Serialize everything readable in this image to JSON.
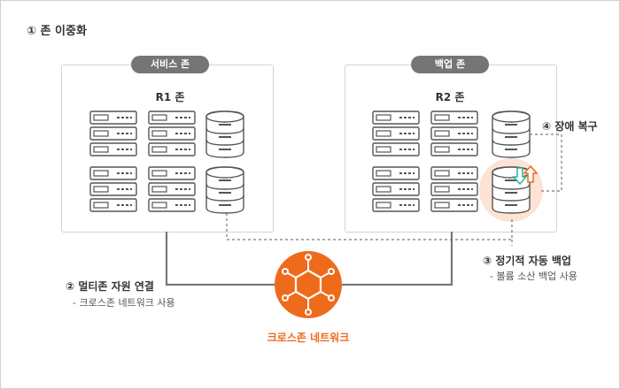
{
  "title": "① 존 이중화",
  "zones": {
    "service": {
      "pill": "서비스 존",
      "label": "R1 존"
    },
    "backup": {
      "pill": "백업 존",
      "label": "R2 존"
    }
  },
  "annotations": {
    "fault_recovery": "④ 장애 복구",
    "scheduled_backup": {
      "title": "③ 정기적 자동 백업",
      "sub": "- 볼륨 소산 백업 사용"
    },
    "multizone": {
      "title": "② 멀티존 자원 연결",
      "sub": "- 크로스존 네트워크 사용"
    }
  },
  "network": {
    "label": "크로스존 네트워크"
  },
  "colors": {
    "accent": "#ee6b1c",
    "highlight": "#fde3d3",
    "arrow_down": "#2bb39c",
    "arrow_up": "#ee6b1c",
    "line": "#777777"
  },
  "icons": [
    "server-icon",
    "database-icon",
    "network-hub-icon",
    "sync-arrows-icon"
  ]
}
